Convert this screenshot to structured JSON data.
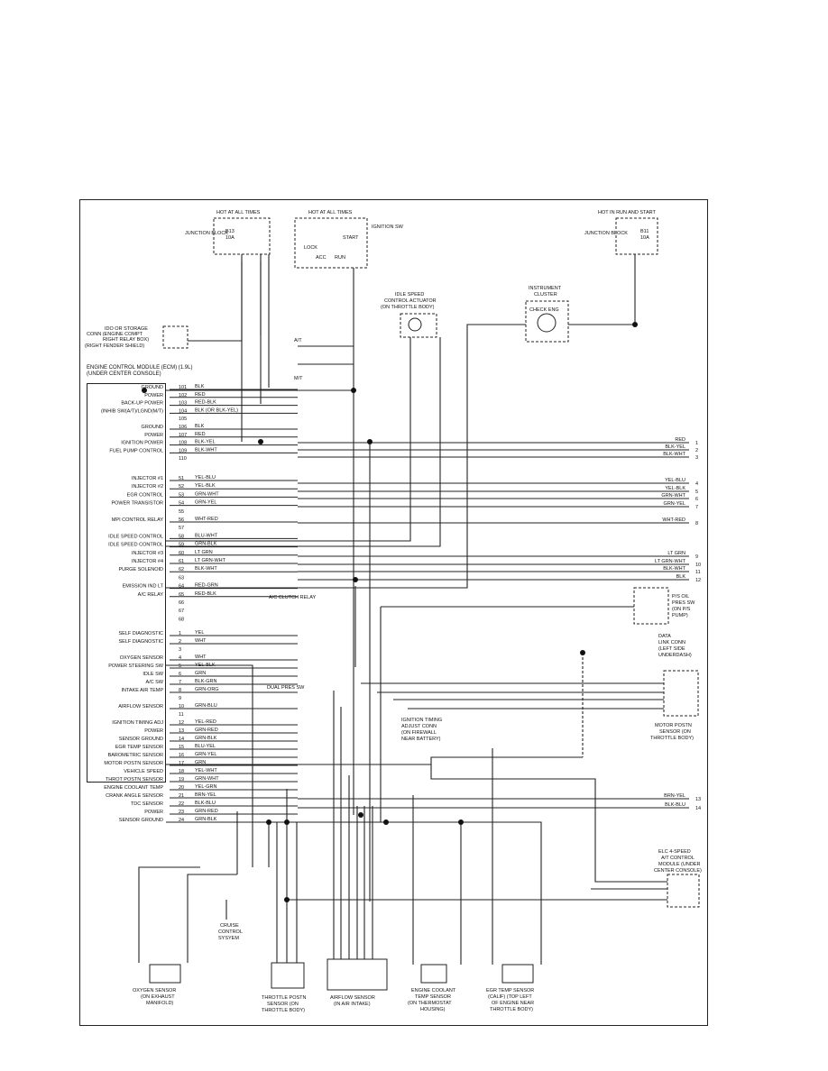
{
  "ecm": {
    "title": "ENGINE CONTROL MODULE (ECM) (1.9L)",
    "subtitle": "(UNDER CENTER CONSOLE)"
  },
  "fuse_a": {
    "header": "HOT AT ALL TIMES",
    "block": "JUNCTION BLOCK",
    "fuse": "B13",
    "amp": "10A"
  },
  "ign_sw": {
    "header": "HOT AT ALL TIMES",
    "name": "IGNITION SW",
    "lock": "LOCK",
    "acc": "ACC",
    "run": "RUN",
    "start": "START"
  },
  "fuse_b": {
    "header": "HOT IN RUN AND START",
    "block": "JUNCTION BLOCK",
    "fuse": "B11",
    "amp": "10A"
  },
  "idle_actuator": {
    "title": "IDLE SPEED",
    "l2": "CONTROL ACTUATOR",
    "l3": "(ON THROTTLE BODY)"
  },
  "cluster": {
    "title": "INSTRUMENT",
    "l2": "CLUSTER",
    "lamp": "CHECK ENG"
  },
  "relay_box": {
    "l1": "IDO OR STORAGE",
    "l2": "CONN (ENGINE COMPT",
    "l3": "RIGHT RELAY BOX)",
    "l4": "(RIGHT FENDER SHIELD)"
  },
  "ps_switch": {
    "l1": "P/S OIL",
    "l2": "PRES SW",
    "l3": "(ON P/S",
    "l4": "PUMP)"
  },
  "dlc": {
    "l1": "DATA",
    "l2": "LINK CONN",
    "l3": "(LEFT SIDE",
    "l4": "UNDERDASH)"
  },
  "motor_sensor": {
    "l1": "MOTOR POSTN",
    "l2": "SENSOR (ON",
    "l3": "THROTTLE BODY)"
  },
  "timing_conn": {
    "l1": "IGNITION TIMING",
    "l2": "ADJUST CONN",
    "l3": "(ON FIREWALL",
    "l4": "NEAR BATTERY)"
  },
  "elc": {
    "l1": "ELC 4-SPEED",
    "l2": "A/T CONTROL",
    "l3": "MODULE (UNDER",
    "l4": "CENTER CONSOLE)"
  },
  "bottom": {
    "o2": {
      "l1": "OXYGEN SENSOR",
      "l2": "(ON EXHAUST",
      "l3": "MANIFOLD)"
    },
    "tps": {
      "l1": "THROTTLE POSTN",
      "l2": "SENSOR (ON",
      "l3": "THROTTLE BODY)"
    },
    "afs": {
      "l1": "AIRFLOW SENSOR",
      "l2": "(IN AIR INTAKE)"
    },
    "ect": {
      "l1": "ENGINE COOLANT",
      "l2": "TEMP SENSOR",
      "l3": "(ON THERMOSTAT",
      "l4": "HOUSING)"
    },
    "egr": {
      "l1": "EGR TEMP SENSOR",
      "l2": "(CALIF) (TOP LEFT",
      "l3": "OF ENGINE NEAR",
      "l4": "THROTTLE BODY)"
    },
    "cruise": {
      "l1": "CRUISE",
      "l2": "CONTROL",
      "l3": "SYSYEM"
    }
  },
  "notes": {
    "at": "A/T",
    "mt": "M/T",
    "ac_clutch": "A/C CLUTCH RELAY",
    "dual_pres": "DUAL PRES SW"
  },
  "pins_top": [
    {
      "label": "GROUND",
      "pin": "101",
      "wire": "BLK"
    },
    {
      "label": "POWER",
      "pin": "102",
      "wire": "RED"
    },
    {
      "label": "BACK-UP POWER",
      "pin": "103",
      "wire": "RED-BLK"
    },
    {
      "label": "(INHIB SW(A/T)/LGND(M/T)",
      "pin": "104",
      "wire": "BLK (OR BLK-YEL)"
    },
    {
      "label": "",
      "pin": "105",
      "wire": ""
    },
    {
      "label": "GROUND",
      "pin": "106",
      "wire": "BLK"
    },
    {
      "label": "POWER",
      "pin": "107",
      "wire": "RED"
    },
    {
      "label": "IGNITION POWER",
      "pin": "108",
      "wire": "BLK-YEL"
    },
    {
      "label": "FUEL PUMP CONTROL",
      "pin": "109",
      "wire": "BLK-WHT"
    },
    {
      "label": "",
      "pin": "110",
      "wire": ""
    }
  ],
  "pins_mid": [
    {
      "label": "INJECTOR #1",
      "pin": "51",
      "wire": "YEL-BLU"
    },
    {
      "label": "INJECTOR #2",
      "pin": "52",
      "wire": "YEL-BLK"
    },
    {
      "label": "EGR CONTROL",
      "pin": "53",
      "wire": "GRN-WHT"
    },
    {
      "label": "POWER TRANSISTOR",
      "pin": "54",
      "wire": "GRN-YEL"
    },
    {
      "label": "",
      "pin": "55",
      "wire": ""
    },
    {
      "label": "MPI CONTROL RELAY",
      "pin": "56",
      "wire": "WHT-RED"
    },
    {
      "label": "",
      "pin": "57",
      "wire": ""
    },
    {
      "label": "IDLE SPEED CONTROL",
      "pin": "58",
      "wire": "BLU-WHT"
    },
    {
      "label": "IDLE SPEED CONTROL",
      "pin": "59",
      "wire": "GRN-BLK"
    },
    {
      "label": "INJECTOR #3",
      "pin": "60",
      "wire": "LT GRN"
    },
    {
      "label": "INJECTOR #4",
      "pin": "61",
      "wire": "LT GRN-WHT"
    },
    {
      "label": "PURGE SOLENOID",
      "pin": "62",
      "wire": "BLK-WHT"
    },
    {
      "label": "",
      "pin": "63",
      "wire": ""
    },
    {
      "label": "EMISSION IND LT",
      "pin": "64",
      "wire": "RED-GRN"
    },
    {
      "label": "A/C RELAY",
      "pin": "65",
      "wire": "RED-BLK"
    },
    {
      "label": "",
      "pin": "66",
      "wire": ""
    },
    {
      "label": "",
      "pin": "67",
      "wire": ""
    },
    {
      "label": "",
      "pin": "68",
      "wire": ""
    }
  ],
  "pins_low": [
    {
      "label": "SELF DIAGNOSTIC",
      "pin": "1",
      "wire": "YEL"
    },
    {
      "label": "SELF DIAGNOSTIC",
      "pin": "2",
      "wire": "WHT"
    },
    {
      "label": "",
      "pin": "3",
      "wire": ""
    },
    {
      "label": "OXYGEN SENSOR",
      "pin": "4",
      "wire": "WHT"
    },
    {
      "label": "POWER STEERING SW",
      "pin": "5",
      "wire": "YEL-BLK"
    },
    {
      "label": "IDLE SW",
      "pin": "6",
      "wire": "GRN"
    },
    {
      "label": "A/C SW",
      "pin": "7",
      "wire": "BLK-GRN"
    },
    {
      "label": "INTAKE AIR TEMP",
      "pin": "8",
      "wire": "GRN-ORG"
    },
    {
      "label": "",
      "pin": "9",
      "wire": ""
    },
    {
      "label": "AIRFLOW SENSOR",
      "pin": "10",
      "wire": "GRN-BLU"
    },
    {
      "label": "",
      "pin": "11",
      "wire": ""
    },
    {
      "label": "IGNITION TIMING ADJ",
      "pin": "12",
      "wire": "YEL-RED"
    },
    {
      "label": "POWER",
      "pin": "13",
      "wire": "GRN-RED"
    },
    {
      "label": "SENSOR GROUND",
      "pin": "14",
      "wire": "GRN-BLK"
    },
    {
      "label": "EGR TEMP SENSOR",
      "pin": "15",
      "wire": "BLU-YEL"
    },
    {
      "label": "BAROMETRIC SENSOR",
      "pin": "16",
      "wire": "GRN-YEL"
    },
    {
      "label": "MOTOR POSTN SENSOR",
      "pin": "17",
      "wire": "GRN"
    },
    {
      "label": "VEHICLE SPEED",
      "pin": "18",
      "wire": "YEL-WHT"
    },
    {
      "label": "THROT POSTN SENSOR",
      "pin": "19",
      "wire": "GRN-WHT"
    },
    {
      "label": "ENGINE COOLANT TEMP",
      "pin": "20",
      "wire": "YEL-GRN"
    },
    {
      "label": "CRANK ANGLE SENSOR",
      "pin": "21",
      "wire": "BRN-YEL"
    },
    {
      "label": "TDC SENSOR",
      "pin": "22",
      "wire": "BLK-BLU"
    },
    {
      "label": "POWER",
      "pin": "23",
      "wire": "GRN-RED"
    },
    {
      "label": "SENSOR GROUND",
      "pin": "24",
      "wire": "GRN-BLK"
    }
  ],
  "right_ends": [
    {
      "wire": "RED",
      "num": "1"
    },
    {
      "wire": "BLK-YEL",
      "num": "2"
    },
    {
      "wire": "BLK-WHT",
      "num": "3"
    },
    {
      "wire": "YEL-BLU",
      "num": "4"
    },
    {
      "wire": "YEL-BLK",
      "num": "5"
    },
    {
      "wire": "GRN-WHT",
      "num": "6"
    },
    {
      "wire": "GRN-YEL",
      "num": "7"
    },
    {
      "wire": "WHT-RED",
      "num": "8"
    },
    {
      "wire": "LT GRN",
      "num": "9"
    },
    {
      "wire": "LT GRN-WHT",
      "num": "10"
    },
    {
      "wire": "BLK-WHT",
      "num": "11"
    },
    {
      "wire": "BLK",
      "num": "12"
    },
    {
      "wire": "BRN-YEL",
      "num": "13"
    },
    {
      "wire": "BLK-BLU",
      "num": "14"
    }
  ]
}
